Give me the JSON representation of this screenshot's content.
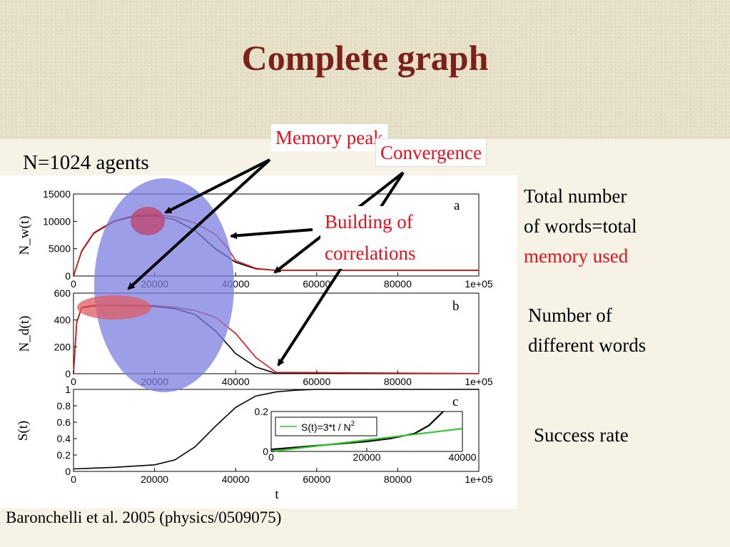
{
  "slide": {
    "title": "Complete graph",
    "subtitle": "N=1024 agents",
    "citation": "Baronchelli et al. 2005 (physics/0509075)"
  },
  "annotations": {
    "memory_peak": "Memory peak",
    "convergence": "Convergence",
    "building_line1": "Building of",
    "building_line2": "correlations"
  },
  "side_labels": {
    "nw_line1": "Total number",
    "nw_line2": "of words=total",
    "nw_line3": "memory used",
    "nd_line1": "Number of",
    "nd_line2": "different words",
    "s": "Success rate"
  },
  "colors": {
    "title": "#7b1f1f",
    "annotation_red": "#e8101a",
    "ellipse": "#7b7fe0",
    "highlight": "#d0505a",
    "series_black": "#000000",
    "series_red": "#d91a1a",
    "series_green": "#2fc92f",
    "series_blue": "#3030a0"
  },
  "chart_data": [
    {
      "type": "line",
      "panel_label": "a",
      "ylabel": "N_w(t)",
      "xlabel": "",
      "xlim": [
        0,
        100000
      ],
      "ylim": [
        0,
        15000
      ],
      "x_ticks": [
        "0",
        "20000",
        "40000",
        "60000",
        "80000",
        "1e+05"
      ],
      "y_ticks": [
        "0",
        "5000",
        "10000",
        "15000"
      ],
      "series": [
        {
          "color": "black",
          "x": [
            0,
            2000,
            5000,
            10000,
            15000,
            20000,
            25000,
            30000,
            35000,
            40000,
            45000,
            50000,
            100000
          ],
          "values": [
            0,
            4500,
            7800,
            10000,
            10900,
            11000,
            10300,
            8300,
            5000,
            2500,
            1300,
            1024,
            1024
          ]
        },
        {
          "color": "red",
          "x": [
            0,
            2000,
            5000,
            10000,
            15000,
            20000,
            25000,
            30000,
            35000,
            38000,
            40000,
            45000,
            50000,
            100000
          ],
          "values": [
            0,
            4600,
            7900,
            10100,
            11100,
            11300,
            10800,
            9700,
            7600,
            5200,
            2800,
            1400,
            1024,
            1024
          ]
        }
      ]
    },
    {
      "type": "line",
      "panel_label": "b",
      "ylabel": "N_d(t)",
      "xlabel": "",
      "xlim": [
        0,
        100000
      ],
      "ylim": [
        0,
        600
      ],
      "x_ticks": [
        "0",
        "20000",
        "40000",
        "60000",
        "80000",
        "1e+05"
      ],
      "y_ticks": [
        "0",
        "200",
        "400",
        "600"
      ],
      "series": [
        {
          "color": "black",
          "x": [
            0,
            800,
            2000,
            5000,
            10000,
            20000,
            25000,
            30000,
            35000,
            40000,
            45000,
            50000,
            100000
          ],
          "values": [
            0,
            380,
            490,
            505,
            505,
            500,
            485,
            440,
            320,
            150,
            50,
            2,
            1
          ]
        },
        {
          "color": "red",
          "x": [
            0,
            800,
            2000,
            5000,
            10000,
            20000,
            25000,
            30000,
            35000,
            40000,
            45000,
            50000,
            100000
          ],
          "values": [
            0,
            385,
            495,
            510,
            512,
            508,
            495,
            470,
            420,
            300,
            120,
            10,
            1
          ]
        }
      ]
    },
    {
      "type": "line",
      "panel_label": "c",
      "ylabel": "S(t)",
      "xlabel": "t",
      "xlim": [
        0,
        100000
      ],
      "ylim": [
        0,
        1
      ],
      "x_ticks": [
        "0",
        "20000",
        "40000",
        "60000",
        "80000",
        "1e+05"
      ],
      "y_ticks": [
        "0",
        "0.2",
        "0.4",
        "0.6",
        "0.8",
        "1"
      ],
      "series": [
        {
          "color": "black",
          "x": [
            0,
            10000,
            20000,
            25000,
            30000,
            35000,
            40000,
            45000,
            50000,
            55000,
            60000,
            100000
          ],
          "values": [
            0.03,
            0.05,
            0.08,
            0.14,
            0.3,
            0.55,
            0.78,
            0.92,
            0.97,
            0.99,
            1,
            1
          ]
        }
      ],
      "inset": {
        "xlim": [
          0,
          40000
        ],
        "ylim": [
          0,
          0.2
        ],
        "x_ticks": [
          "0",
          "20000",
          "40000"
        ],
        "y_ticks": [
          "0",
          "0.2"
        ],
        "legend": "S(t)=3*t / N",
        "legend_sup": "2",
        "series": [
          {
            "color": "black",
            "x": [
              0,
              10000,
              20000,
              25000,
              30000,
              33000,
              36000
            ],
            "values": [
              0.01,
              0.03,
              0.05,
              0.065,
              0.09,
              0.13,
              0.2
            ]
          },
          {
            "color": "green",
            "x": [
              0,
              40000
            ],
            "values": [
              0,
              0.1144
            ]
          }
        ]
      }
    }
  ]
}
